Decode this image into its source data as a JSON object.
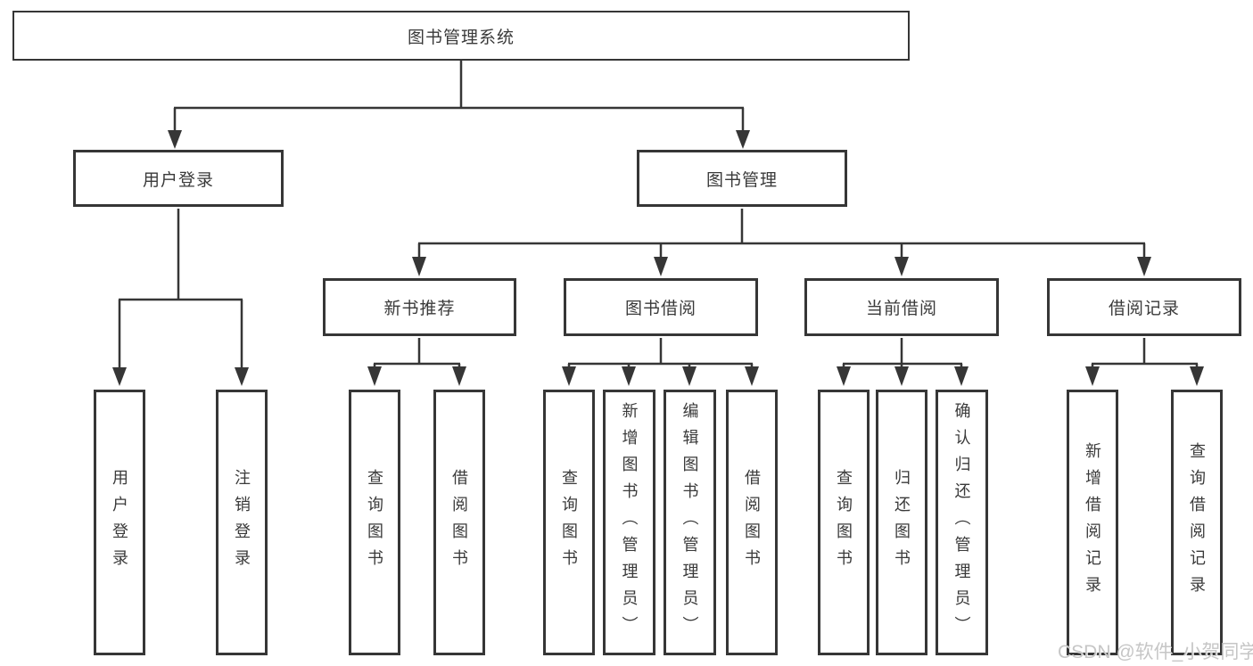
{
  "colors": {
    "line": "#363636",
    "box_border": "#363636",
    "text": "#3a3a3a",
    "background": "#ffffff",
    "watermark": "#c3c3c3"
  },
  "watermark": {
    "text": "CSDN @软件_小贺同学"
  },
  "tree": {
    "label": "图书管理系统",
    "children": [
      {
        "label": "用户登录",
        "children": [
          {
            "label": "用户登录"
          },
          {
            "label": "注销登录"
          }
        ]
      },
      {
        "label": "图书管理",
        "children": [
          {
            "label": "新书推荐",
            "children": [
              {
                "label": "查询图书"
              },
              {
                "label": "借阅图书"
              }
            ]
          },
          {
            "label": "图书借阅",
            "children": [
              {
                "label": "查询图书"
              },
              {
                "label": "新增图书（管理员）"
              },
              {
                "label": "编辑图书（管理员）"
              },
              {
                "label": "借阅图书"
              }
            ]
          },
          {
            "label": "当前借阅",
            "children": [
              {
                "label": "查询图书"
              },
              {
                "label": "归还图书"
              },
              {
                "label": "确认归还（管理员）"
              }
            ]
          },
          {
            "label": "借阅记录",
            "children": [
              {
                "label": "新增借阅记录"
              },
              {
                "label": "查询借阅记录"
              }
            ]
          }
        ]
      }
    ]
  }
}
